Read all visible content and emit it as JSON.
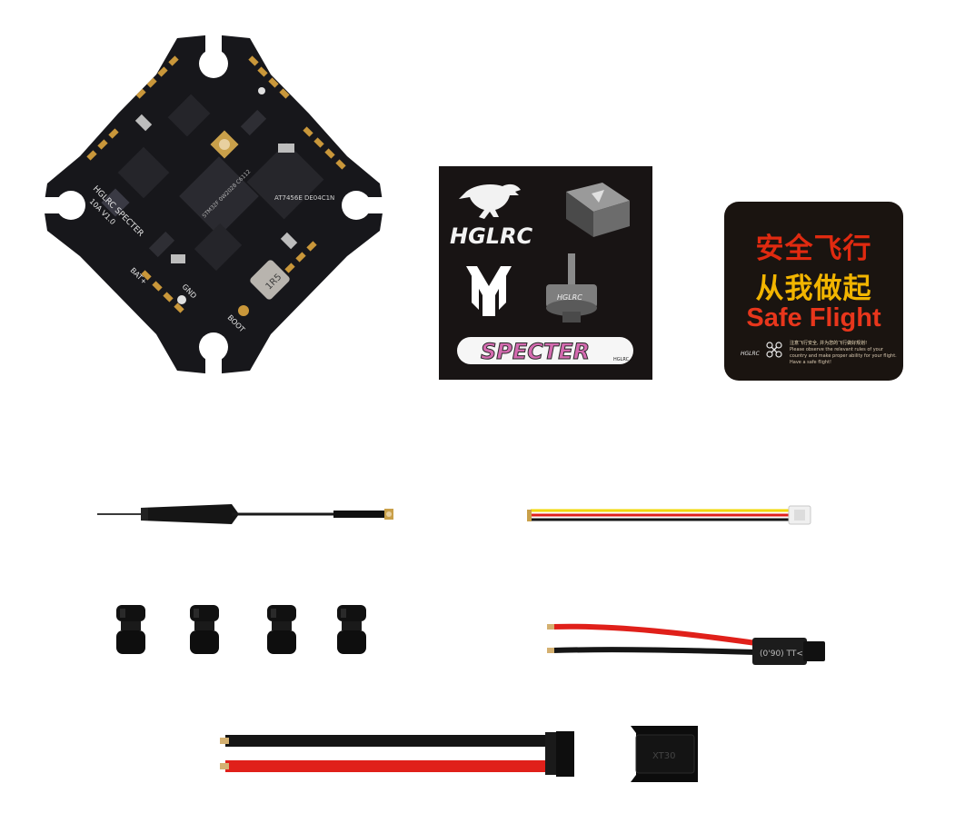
{
  "flight_controller": {
    "labels": {
      "model": "HGLRC SPECTER",
      "current": "10A V1.0",
      "bat": "BAT+",
      "gnd": "GND",
      "boot": "BOOT",
      "mcu": "STM32F 0W2028 C6112",
      "osd_chip": "AT7456E DE04C1N",
      "inductor": "1R5"
    }
  },
  "sticker_specter": {
    "brand": "HGLRC",
    "product": "SPECTER",
    "motor_label": "HGLRC",
    "corner_label": "HGLRC"
  },
  "sticker_safe_flight": {
    "line1": "安全飞行",
    "line2": "从我做起",
    "line3": "Safe Flight",
    "small_cn": "注意飞行安全, 并为您的飞行做好规划!",
    "small_en": "Please observe the relevant rules of your country and make proper ability for your flight. Have a safe flight!",
    "brand": "HGLRC"
  },
  "xt30_cable": {
    "connector_label": "XT30"
  },
  "colors": {
    "pcb": "#16161a",
    "gold_pad": "#c9973a",
    "wire_red": "#e0201a",
    "wire_black": "#151515",
    "wire_yellow": "#f2d800",
    "sticker_bg": "#181414",
    "safe_red": "#e02a10",
    "safe_yellow": "#f2b500"
  },
  "icons": [
    "flight-controller-board",
    "antenna",
    "rubber-grommet",
    "jst-cable",
    "xt30-power-cable",
    "dinosaur-logo",
    "drone-icon"
  ]
}
